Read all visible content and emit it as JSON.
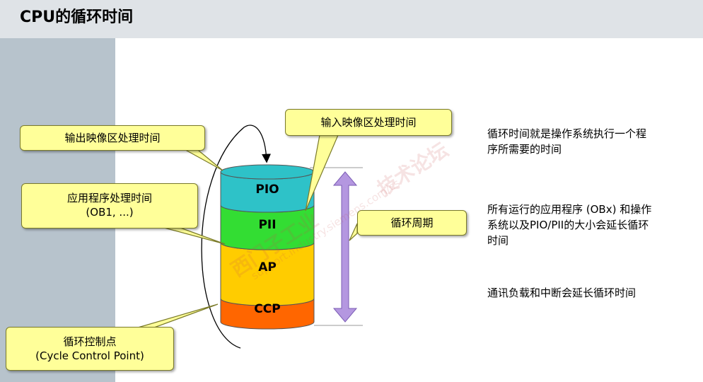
{
  "title": "CPU的循环时间",
  "callouts": {
    "pio": "输出映像区处理时间",
    "pii": "输入映像区处理时间",
    "ap_line1": "应用程序处理时间",
    "ap_line2": "(OB1, ...)",
    "cycle": "循环周期",
    "ccp_line1": "循环控制点",
    "ccp_line2": "(Cycle Control Point)"
  },
  "layers": {
    "pio": "PIO",
    "pii": "PII",
    "ap": "AP",
    "ccp": "CCP"
  },
  "descriptions": {
    "d1_line1": "循环时间就是操作系统执行一个程",
    "d1_line2": "序所需要的时间",
    "d2_line1": "所有运行的应用程序 (OBx) 和操作",
    "d2_line2": "系统以及PIO/PII的大小会延长循环",
    "d2_line3": "时间",
    "d3_line1": "通讯负载和中断会延长循环时间"
  },
  "watermark": {
    "line1": "西门子工业",
    "line2": "support.industry.siemens.com/cs",
    "line3": "技术论坛"
  },
  "colors": {
    "pio": "#2ec2c8",
    "pii": "#33dd33",
    "ap": "#ffcc00",
    "ccp": "#ff6600",
    "arrow": "#b497e0",
    "callout": "#ffff99"
  }
}
